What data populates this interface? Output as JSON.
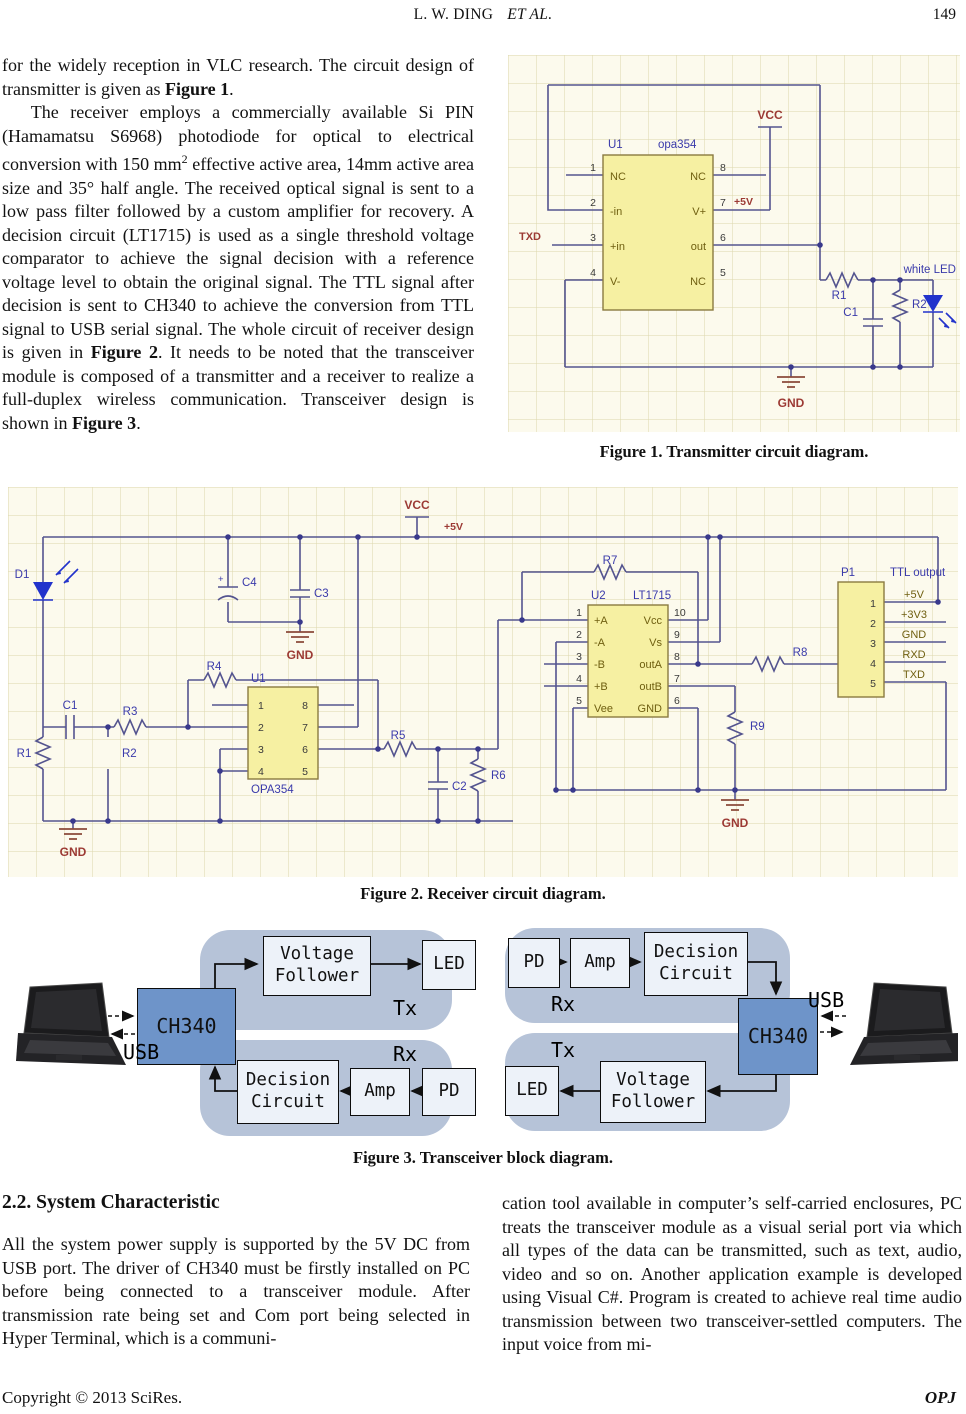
{
  "header": {
    "authors": "L. W. DING",
    "et_al": "ET  AL.",
    "page_number": "149"
  },
  "intro": {
    "p1": {
      "pre": "for the widely reception in VLC research. The circuit design of transmitter is given as ",
      "bold": "Figure 1",
      "post": "."
    },
    "p2": {
      "pre": "The receiver employs a commercially available Si PIN (Hamamatsu S6968) photodiode for optical to electrical conversion with 150 mm",
      "sup": "2",
      "mid1": " effective active area, 14mm active area size and 35° half angle. The received optical signal is sent to a low pass filter followed by a custom amplifier for recovery. A decision circuit (LT1715) is used as a single threshold voltage comparator to achieve the signal decision with a reference voltage level to obtain the original signal. The TTL signal after decision is sent to CH340 to achieve the conversion from TTL signal to USB serial signal. The whole circuit of receiver design is given in ",
      "bold1": "Figure 2",
      "mid2": ". It needs to be noted that the transceiver module is composed of a transmitter and a receiver to realize a full-duplex wireless communication. Transceiver design is shown in ",
      "bold2": "Figure 3",
      "post": "."
    }
  },
  "figure1": {
    "caption": "Figure 1. Transmitter circuit diagram.",
    "chip": {
      "ref": "U1",
      "part": "opa354",
      "left_pins": [
        "1",
        "2",
        "3",
        "4"
      ],
      "left_names": [
        "NC",
        "-in",
        "+in",
        "V-"
      ],
      "right_pins": [
        "8",
        "7",
        "6",
        "5"
      ],
      "right_names": [
        "NC",
        "V+",
        "out",
        "NC"
      ]
    },
    "power": {
      "vcc": "VCC",
      "v5": "+5V",
      "txd": "TXD",
      "gnd": "GND"
    },
    "components": {
      "r1": "R1",
      "c1": "C1",
      "r2": "R2",
      "led": "white LED"
    }
  },
  "figure2": {
    "caption": "Figure 2. Receiver circuit diagram.",
    "power": {
      "vcc": "VCC",
      "v5": "+5V",
      "gnd": "GND"
    },
    "components": {
      "d1": "D1",
      "c1": "C1",
      "c2": "C2",
      "c3": "C3",
      "c4": "C4",
      "plus": "+",
      "r1": "R1",
      "r2": "R2",
      "r3": "R3",
      "r4": "R4",
      "r5": "R5",
      "r6": "R6",
      "r7": "R7",
      "r8": "R8",
      "r9": "R9"
    },
    "u1": {
      "ref": "U1",
      "part": "OPA354",
      "left_pins": [
        "1",
        "2",
        "3",
        "4"
      ],
      "right_pins": [
        "8",
        "7",
        "6",
        "5"
      ]
    },
    "u2": {
      "ref": "U2",
      "part": "LT1715",
      "left_pins": [
        "1",
        "2",
        "3",
        "4",
        "5"
      ],
      "left_names": [
        "+A",
        "-A",
        "-B",
        "+B",
        "Vee"
      ],
      "right_pins": [
        "10",
        "9",
        "8",
        "7",
        "6"
      ],
      "right_names": [
        "Vcc",
        "Vs",
        "outA",
        "outB",
        "GND"
      ]
    },
    "p1": {
      "ref": "P1",
      "title": "TTL output",
      "pins": [
        "1",
        "2",
        "3",
        "4",
        "5"
      ],
      "names": [
        "+5V",
        "+3V3",
        "GND",
        "RXD",
        "TXD"
      ]
    }
  },
  "figure3": {
    "caption": "Figure 3. Transceiver block diagram.",
    "usb": "USB",
    "tx": "Tx",
    "rx": "Rx",
    "blocks": {
      "ch340": "CH340",
      "vf": "Voltage\nFollower",
      "led": "LED",
      "dc": "Decision\nCircuit",
      "amp": "Amp",
      "pd": "PD"
    }
  },
  "section": {
    "heading": "2.2. System Characteristic",
    "left": "All the system power supply is supported by the 5V DC from USB port. The driver of CH340 must be firstly installed on PC before being connected to a transceiver module. After transmission rate being set and Com port being selected in Hyper Terminal, which is a communi-",
    "right": "cation tool available in computer’s self-carried enclosures, PC treats the transceiver module as a visual serial port via which all types of the data can be transmitted, such as text, audio, video and so on. Another application example is developed using Visual C#. Program is created to achieve real time audio transmission between two transceiver-settled computers. The input voice from mi-"
  },
  "footer": {
    "copyright": "Copyright © 2013 SciRes.",
    "journal": "OPJ"
  }
}
